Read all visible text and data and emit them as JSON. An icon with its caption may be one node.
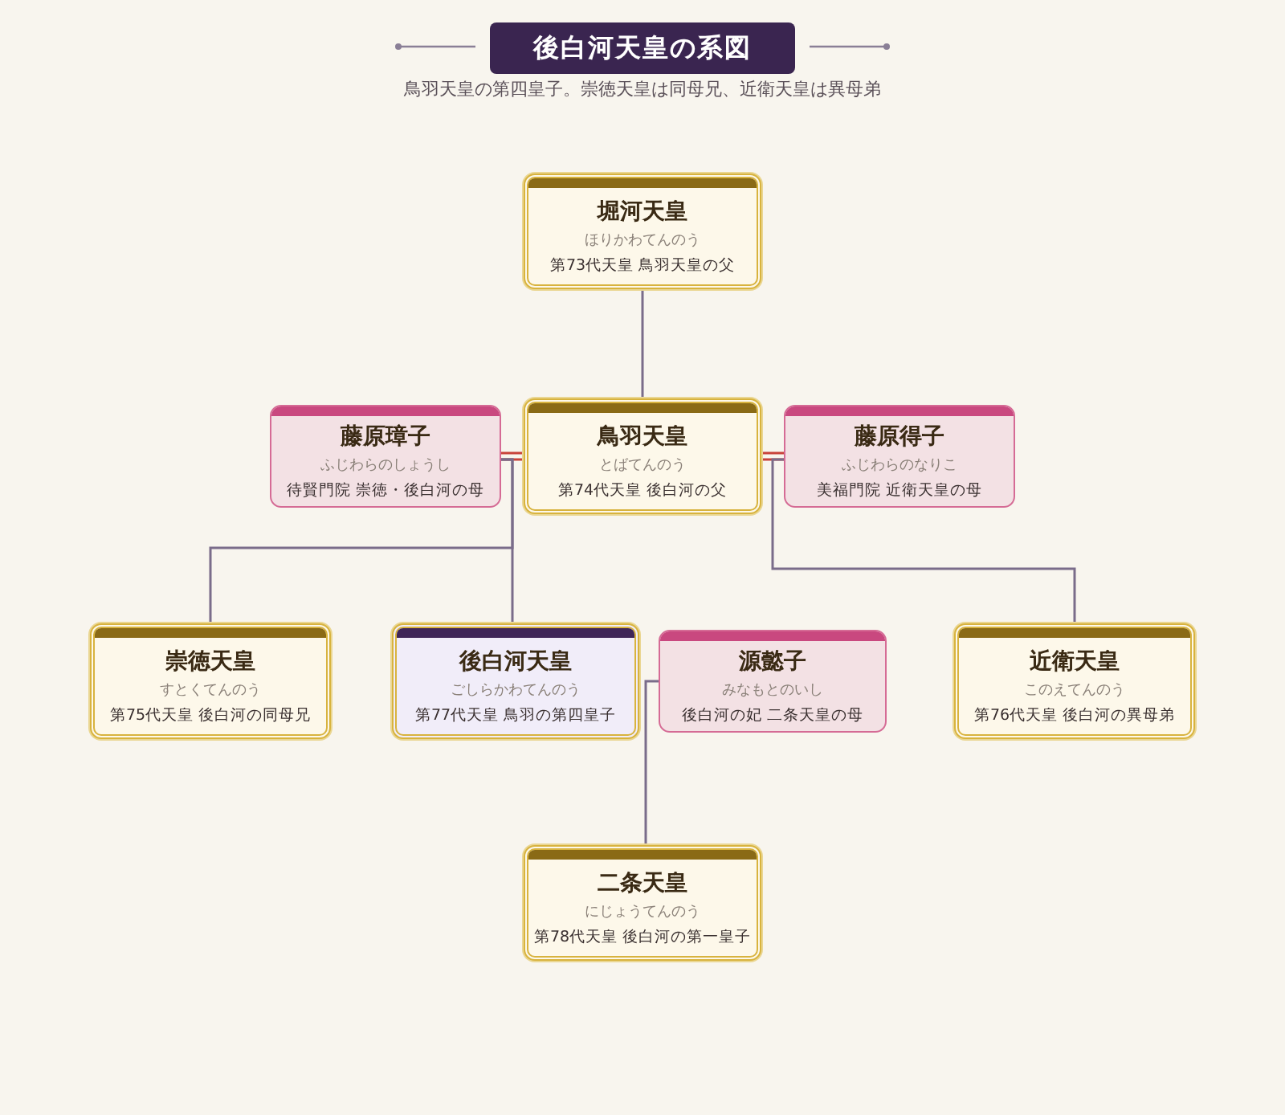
{
  "diagram": {
    "title": "後白河天皇の系図",
    "caption": "鳥羽天皇の第四皇子。崇徳天皇は同母兄、近衛天皇は異母弟",
    "nodes": [
      {
        "text": [
          "堀河天皇",
          "ほりかわてんのう",
          "第73代天皇 鳥羽天皇の父"
        ]
      },
      {
        "text": [
          "藤原璋子",
          "ふじわらのしょうし",
          "待賢門院 崇徳・後白河の母"
        ]
      },
      {
        "text": [
          "鳥羽天皇",
          "とばてんのう",
          "第74代天皇 後白河の父"
        ]
      },
      {
        "text": [
          "藤原得子",
          "ふじわらのなりこ",
          "美福門院 近衛天皇の母"
        ]
      },
      {
        "text": [
          "崇徳天皇",
          "すとくてんのう",
          "第75代天皇 後白河の同母兄"
        ]
      },
      {
        "text": [
          "後白河天皇",
          "ごしらかわてんのう",
          "第77代天皇 鳥羽の第四皇子"
        ]
      },
      {
        "text": [
          "源懿子",
          "みなもとのいし",
          "後白河の妃 二条天皇の母"
        ]
      },
      {
        "text": [
          "近衛天皇",
          "このえてんのう",
          "第76代天皇 後白河の異母弟"
        ]
      },
      {
        "text": [
          "二条天皇",
          "にじょうてんのう",
          "第78代天皇 後白河の第一皇子"
        ]
      }
    ],
    "edges": [
      {
        "from": 0,
        "to": 2,
        "arrow": "none"
      },
      {
        "from": 1,
        "to": 2,
        "arrow": "none",
        "color": "#c8423a"
      },
      {
        "from": 2,
        "to": 3,
        "arrow": "none",
        "color": "#c8423a"
      },
      {
        "from": 1,
        "to": 4,
        "arrow": "none"
      },
      {
        "from": 1,
        "to": 5,
        "arrow": "none"
      },
      {
        "from": 3,
        "to": 7,
        "arrow": "none"
      },
      {
        "from": 6,
        "to": 8,
        "arrow": "none"
      }
    ]
  }
}
